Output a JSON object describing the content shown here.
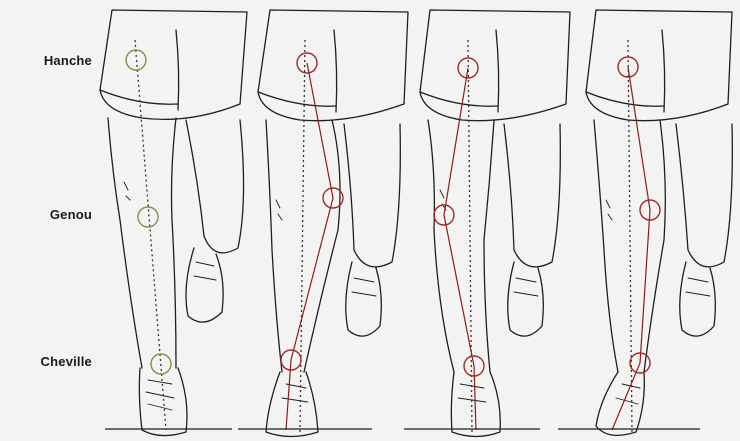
{
  "labels": {
    "hip": "Hanche",
    "knee": "Genou",
    "ankle": "Cheville"
  },
  "colors": {
    "paper": "#f3f3f1",
    "ink": "#1f1f1f",
    "alignment_line": "#8b1d1d",
    "joint_circle": "#9b2d2d"
  },
  "figures": [
    {
      "id": "figure-1",
      "alignment": "neutral"
    },
    {
      "id": "figure-2",
      "alignment": "knee-deviated-outward"
    },
    {
      "id": "figure-3",
      "alignment": "knee-deviated-inward"
    },
    {
      "id": "figure-4",
      "alignment": "knee-deviated-outward"
    }
  ]
}
